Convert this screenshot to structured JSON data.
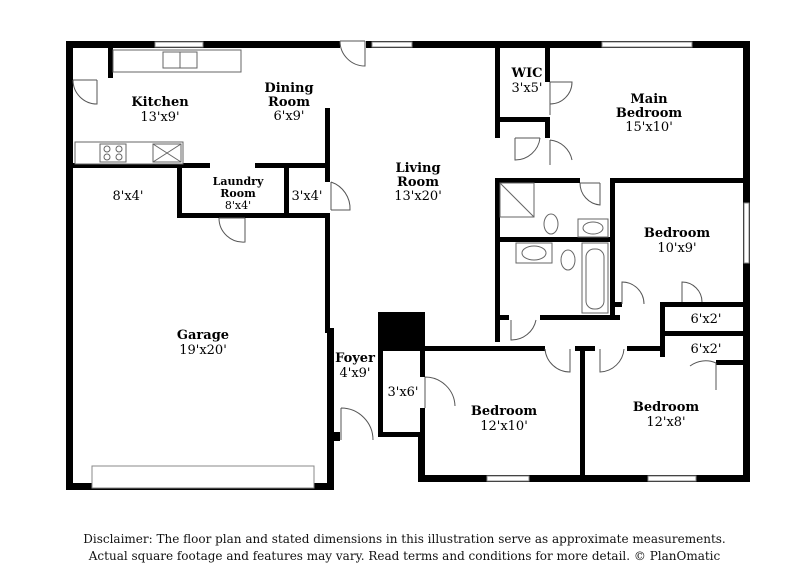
{
  "rooms": {
    "kitchen": {
      "name": "Kitchen",
      "dims": "13'x9'"
    },
    "dining": {
      "name": "Dining",
      "name2": "Room",
      "dims": "6'x9'"
    },
    "living": {
      "name": "Living",
      "name2": "Room",
      "dims": "13'x20'"
    },
    "wic": {
      "name": "WIC",
      "dims": "3'x5'"
    },
    "main_bedroom": {
      "name": "Main",
      "name2": "Bedroom",
      "dims": "15'x10'"
    },
    "laundry": {
      "name": "Laundry",
      "name2": "Room",
      "dims": "8'x4'"
    },
    "closet_8x4": {
      "dims": "8'x4'"
    },
    "closet_3x4": {
      "dims": "3'x4'"
    },
    "bedroom_right": {
      "name": "Bedroom",
      "dims": "10'x9'"
    },
    "garage": {
      "name": "Garage",
      "dims": "19'x20'"
    },
    "foyer": {
      "name": "Foyer",
      "dims": "4'x9'"
    },
    "closet_3x6": {
      "dims": "3'x6'"
    },
    "bedroom_mid": {
      "name": "Bedroom",
      "dims": "12'x10'"
    },
    "bedroom_se": {
      "name": "Bedroom",
      "dims": "12'x8'"
    },
    "closet_6x2_a": {
      "dims": "6'x2'"
    },
    "closet_6x2_b": {
      "dims": "6'x2'"
    }
  },
  "disclaimer": {
    "line1": "Disclaimer: The floor plan and stated dimensions in this illustration serve as approximate measurements.",
    "line2": "Actual square footage and features may vary. Read terms and conditions for more detail. © PlanOmatic"
  }
}
